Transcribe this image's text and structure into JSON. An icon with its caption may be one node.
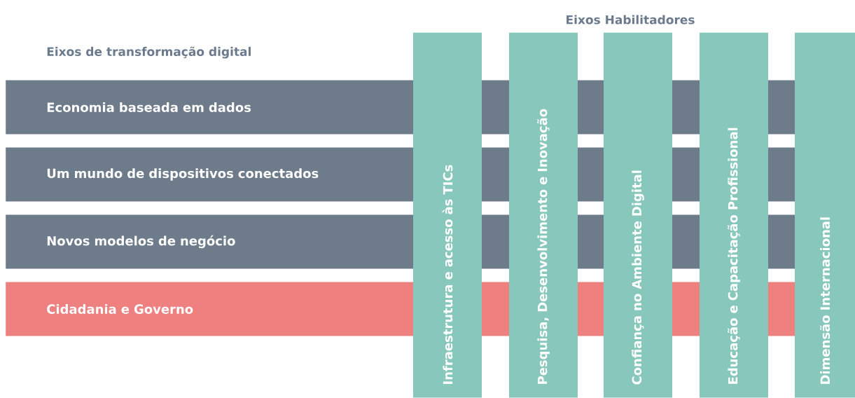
{
  "diagram": {
    "nodes": [
      {
        "text": [
          "Economia baseada em dados"
        ]
      },
      {
        "text": [
          "Um mundo de dispositivos conectados"
        ]
      },
      {
        "text": [
          "Novos modelos de negócio"
        ]
      },
      {
        "text": [
          "Cidadania e Governo"
        ]
      },
      {
        "text": [
          "Infraestrutura e acesso às TICs"
        ]
      },
      {
        "text": [
          "Pesquisa, Desenvolvimento e Inovação"
        ]
      },
      {
        "text": [
          "Confiança no Ambiente Digital"
        ]
      },
      {
        "text": [
          "Educação e Capacitação Profissional"
        ]
      },
      {
        "text": [
          "Dimensão Internacional"
        ]
      }
    ],
    "labels": [
      "Eixos Habilitadores",
      "Eixos de transformação digital"
    ]
  }
}
